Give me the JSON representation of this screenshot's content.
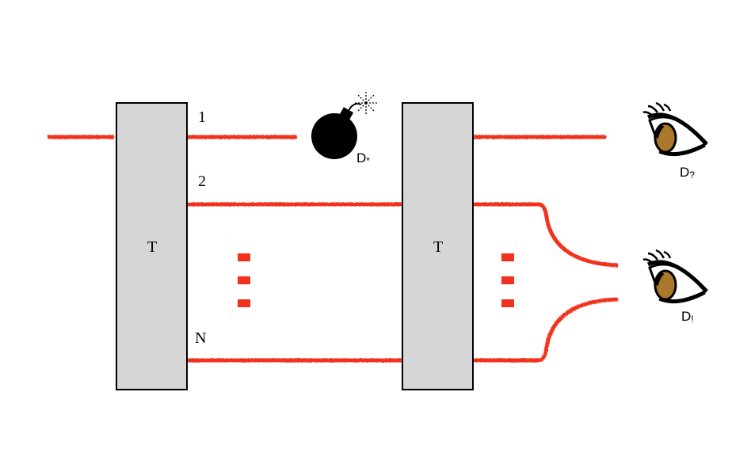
{
  "diagram": {
    "box_left_label": "T",
    "box_right_label": "T",
    "ports": {
      "p1": "1",
      "p2": "2",
      "pN": "N"
    },
    "bomb_detector": {
      "letter": "D",
      "sub": "*"
    },
    "eye_top_detector": {
      "letter": "D",
      "sub": "?"
    },
    "eye_bottom_detector": {
      "letter": "D",
      "sub": "!"
    }
  },
  "colors": {
    "beam": "#f2321f",
    "box_fill": "#d6d6d6",
    "outline": "#000000",
    "iris": "#a9782a"
  },
  "icons": [
    "bomb-icon",
    "eye-icon"
  ]
}
